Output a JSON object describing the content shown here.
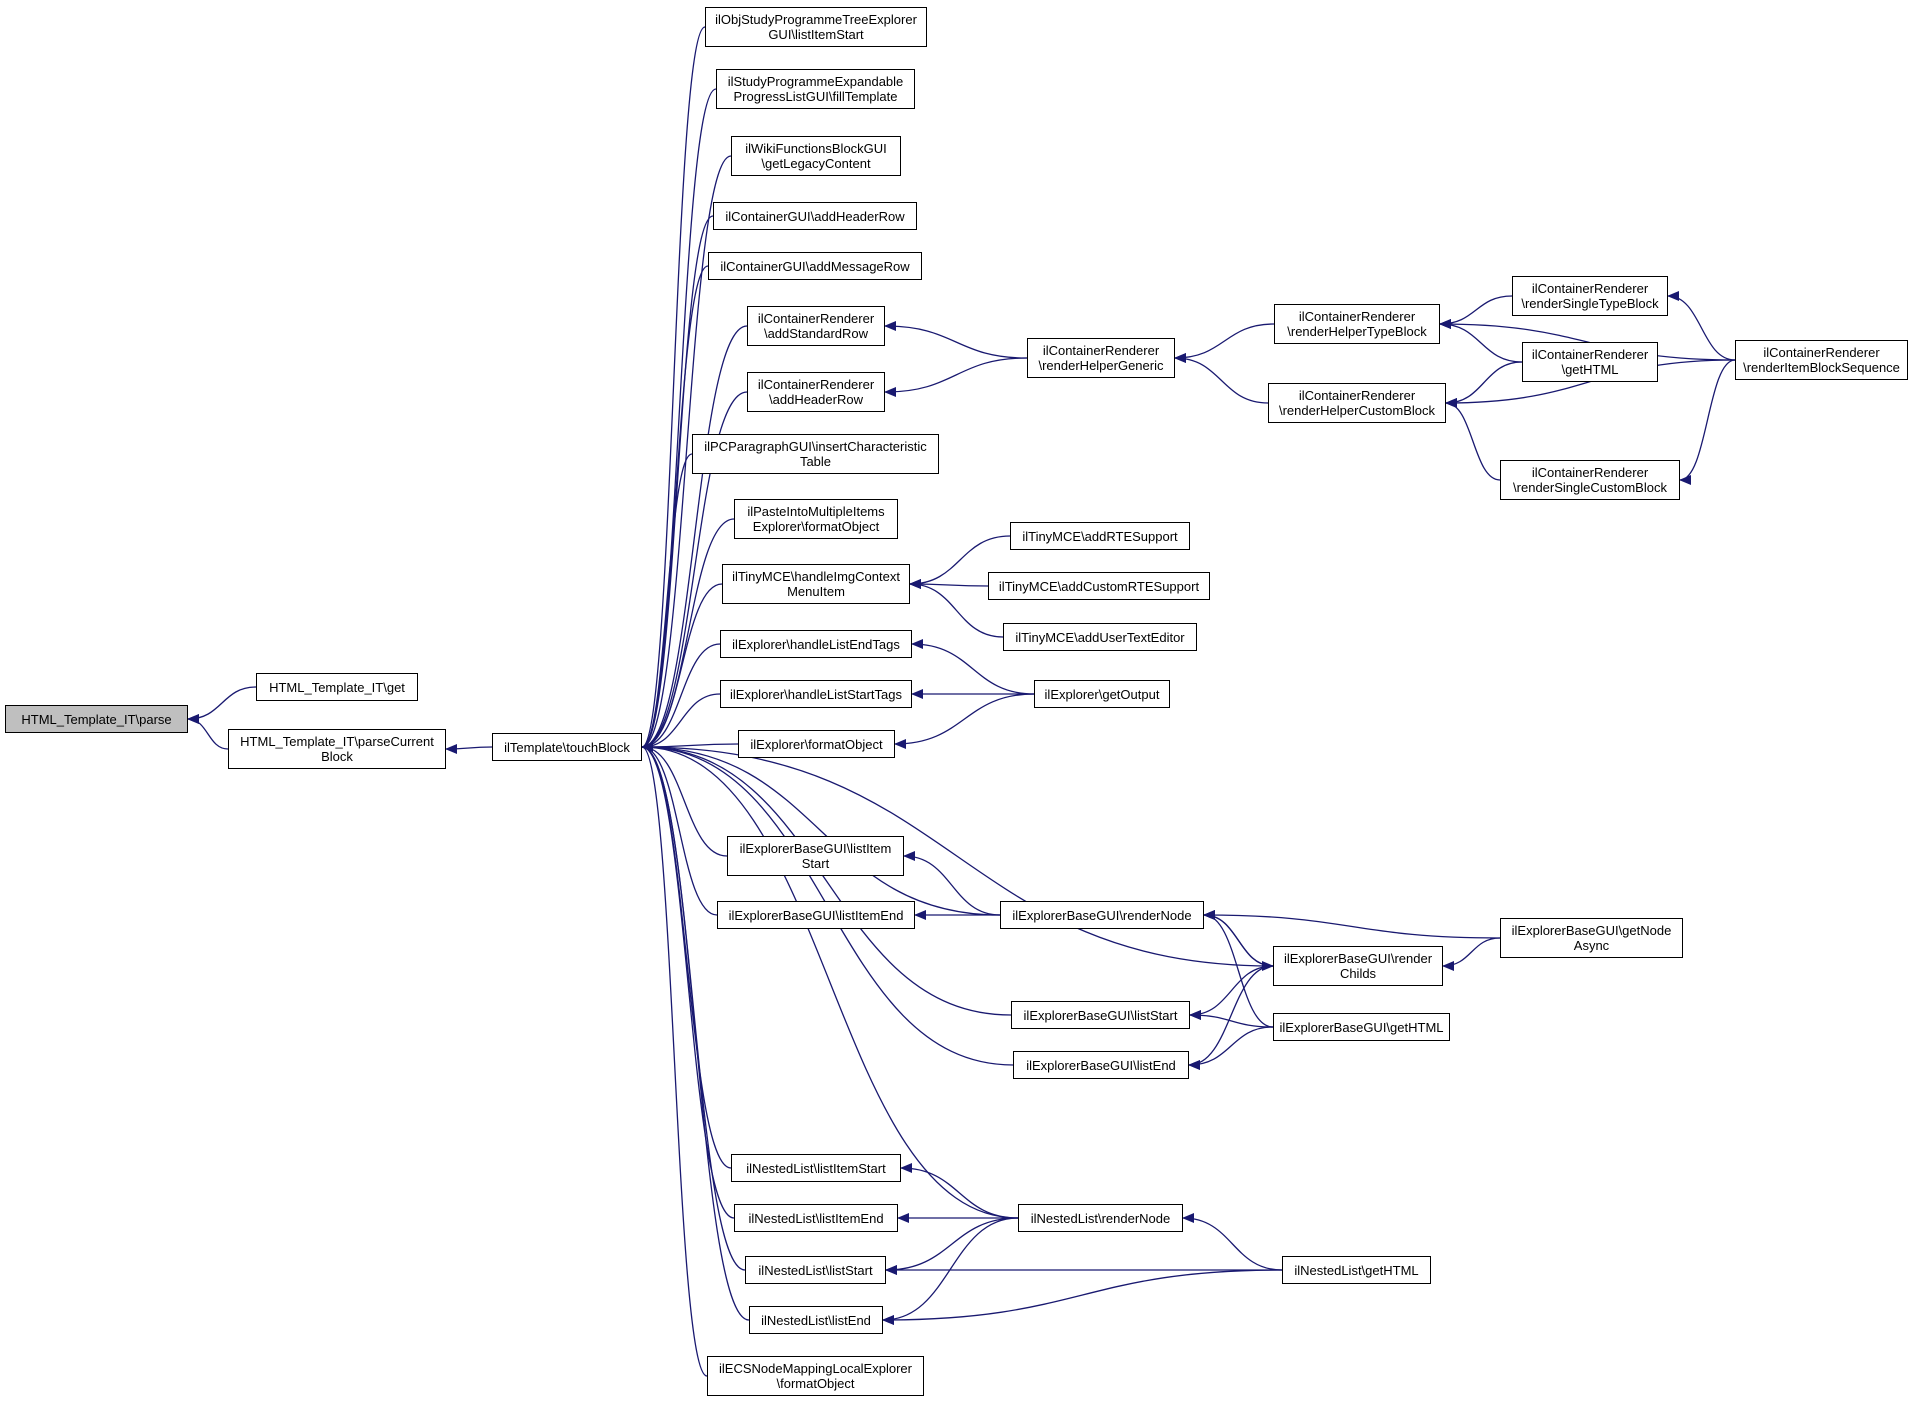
{
  "colors": {
    "edge": "#191970",
    "node_border": "#000000",
    "node_fill": "#ffffff",
    "root_fill": "#bfbfbf",
    "text": "#000000"
  },
  "nodes": [
    {
      "id": "parse",
      "label": "HTML_Template_IT\\parse",
      "root": true
    },
    {
      "id": "get",
      "label": "HTML_Template_IT\\get"
    },
    {
      "id": "parseCurrentBlock",
      "label": "HTML_Template_IT\\parseCurrent\nBlock"
    },
    {
      "id": "touchBlock",
      "label": "ilTemplate\\touchBlock"
    },
    {
      "id": "objStudyListItemStart",
      "label": "ilObjStudyProgrammeTreeExplorer\nGUI\\listItemStart"
    },
    {
      "id": "studyFillTemplate",
      "label": "ilStudyProgrammeExpandable\nProgressListGUI\\fillTemplate"
    },
    {
      "id": "wikiLegacy",
      "label": "ilWikiFunctionsBlockGUI\n\\getLegacyContent"
    },
    {
      "id": "contGuiAddHeaderRow",
      "label": "ilContainerGUI\\addHeaderRow"
    },
    {
      "id": "contGuiAddMessageRow",
      "label": "ilContainerGUI\\addMessageRow"
    },
    {
      "id": "contRendAddStandardRow",
      "label": "ilContainerRenderer\n\\addStandardRow"
    },
    {
      "id": "contRendAddHeaderRow",
      "label": "ilContainerRenderer\n\\addHeaderRow"
    },
    {
      "id": "pcParagraph",
      "label": "ilPCParagraphGUI\\insertCharacteristic\nTable"
    },
    {
      "id": "pasteFormatObject",
      "label": "ilPasteIntoMultipleItems\nExplorer\\formatObject"
    },
    {
      "id": "tinyHandleImg",
      "label": "ilTinyMCE\\handleImgContext\nMenuItem"
    },
    {
      "id": "explHandleListEndTags",
      "label": "ilExplorer\\handleListEndTags"
    },
    {
      "id": "explHandleListStartTags",
      "label": "ilExplorer\\handleListStartTags"
    },
    {
      "id": "explFormatObject",
      "label": "ilExplorer\\formatObject"
    },
    {
      "id": "ebgListItemStart",
      "label": "ilExplorerBaseGUI\\listItem\nStart"
    },
    {
      "id": "ebgListItemEnd",
      "label": "ilExplorerBaseGUI\\listItemEnd"
    },
    {
      "id": "ebgListStart",
      "label": "ilExplorerBaseGUI\\listStart"
    },
    {
      "id": "ebgListEnd",
      "label": "ilExplorerBaseGUI\\listEnd"
    },
    {
      "id": "nlListItemStart",
      "label": "ilNestedList\\listItemStart"
    },
    {
      "id": "nlListItemEnd",
      "label": "ilNestedList\\listItemEnd"
    },
    {
      "id": "nlListStart",
      "label": "ilNestedList\\listStart"
    },
    {
      "id": "nlListEnd",
      "label": "ilNestedList\\listEnd"
    },
    {
      "id": "ecsFormatObject",
      "label": "ilECSNodeMappingLocalExplorer\n\\formatObject"
    },
    {
      "id": "crRenderHelperGeneric",
      "label": "ilContainerRenderer\n\\renderHelperGeneric"
    },
    {
      "id": "crRenderHelperTypeBlock",
      "label": "ilContainerRenderer\n\\renderHelperTypeBlock"
    },
    {
      "id": "crRenderHelperCustomBlock",
      "label": "ilContainerRenderer\n\\renderHelperCustomBlock"
    },
    {
      "id": "crRenderSingleTypeBlock",
      "label": "ilContainerRenderer\n\\renderSingleTypeBlock"
    },
    {
      "id": "crGetHTML",
      "label": "ilContainerRenderer\n\\getHTML"
    },
    {
      "id": "crRenderSingleCustomBlock",
      "label": "ilContainerRenderer\n\\renderSingleCustomBlock"
    },
    {
      "id": "crRenderItemBlockSequence",
      "label": "ilContainerRenderer\n\\renderItemBlockSequence"
    },
    {
      "id": "tinyAddRTESupport",
      "label": "ilTinyMCE\\addRTESupport"
    },
    {
      "id": "tinyAddCustomRTESupport",
      "label": "ilTinyMCE\\addCustomRTESupport"
    },
    {
      "id": "tinyAddUserTextEditor",
      "label": "ilTinyMCE\\addUserTextEditor"
    },
    {
      "id": "explGetOutput",
      "label": "ilExplorer\\getOutput"
    },
    {
      "id": "ebgRenderNode",
      "label": "ilExplorerBaseGUI\\renderNode"
    },
    {
      "id": "ebgRenderChilds",
      "label": "ilExplorerBaseGUI\\render\nChilds"
    },
    {
      "id": "ebgGetHTML",
      "label": "ilExplorerBaseGUI\\getHTML"
    },
    {
      "id": "ebgGetNodeAsync",
      "label": "ilExplorerBaseGUI\\getNode\nAsync"
    },
    {
      "id": "nlRenderNode",
      "label": "ilNestedList\\renderNode"
    },
    {
      "id": "nlGetHTML",
      "label": "ilNestedList\\getHTML"
    }
  ],
  "edges": [
    [
      "get",
      "parse"
    ],
    [
      "parseCurrentBlock",
      "parse"
    ],
    [
      "touchBlock",
      "parseCurrentBlock"
    ],
    [
      "objStudyListItemStart",
      "touchBlock"
    ],
    [
      "studyFillTemplate",
      "touchBlock"
    ],
    [
      "wikiLegacy",
      "touchBlock"
    ],
    [
      "contGuiAddHeaderRow",
      "touchBlock"
    ],
    [
      "contGuiAddMessageRow",
      "touchBlock"
    ],
    [
      "contRendAddStandardRow",
      "touchBlock"
    ],
    [
      "contRendAddHeaderRow",
      "touchBlock"
    ],
    [
      "pcParagraph",
      "touchBlock"
    ],
    [
      "pasteFormatObject",
      "touchBlock"
    ],
    [
      "tinyHandleImg",
      "touchBlock"
    ],
    [
      "explHandleListEndTags",
      "touchBlock"
    ],
    [
      "explHandleListStartTags",
      "touchBlock"
    ],
    [
      "explFormatObject",
      "touchBlock"
    ],
    [
      "ebgRenderNode",
      "touchBlock"
    ],
    [
      "ebgListItemStart",
      "touchBlock"
    ],
    [
      "ebgListItemEnd",
      "touchBlock"
    ],
    [
      "ebgRenderChilds",
      "touchBlock"
    ],
    [
      "ebgListStart",
      "touchBlock"
    ],
    [
      "ebgListEnd",
      "touchBlock"
    ],
    [
      "nlRenderNode",
      "touchBlock"
    ],
    [
      "nlListItemStart",
      "touchBlock"
    ],
    [
      "nlListItemEnd",
      "touchBlock"
    ],
    [
      "nlListStart",
      "touchBlock"
    ],
    [
      "nlListEnd",
      "touchBlock"
    ],
    [
      "ecsFormatObject",
      "touchBlock"
    ],
    [
      "crRenderHelperGeneric",
      "contRendAddStandardRow"
    ],
    [
      "crRenderHelperGeneric",
      "contRendAddHeaderRow"
    ],
    [
      "crRenderHelperTypeBlock",
      "crRenderHelperGeneric"
    ],
    [
      "crRenderHelperCustomBlock",
      "crRenderHelperGeneric"
    ],
    [
      "crRenderSingleTypeBlock",
      "crRenderHelperTypeBlock"
    ],
    [
      "crGetHTML",
      "crRenderHelperTypeBlock"
    ],
    [
      "crRenderItemBlockSequence",
      "crRenderHelperTypeBlock"
    ],
    [
      "crGetHTML",
      "crRenderHelperCustomBlock"
    ],
    [
      "crRenderItemBlockSequence",
      "crRenderHelperCustomBlock"
    ],
    [
      "crRenderSingleCustomBlock",
      "crRenderHelperCustomBlock"
    ],
    [
      "crRenderItemBlockSequence",
      "crRenderSingleTypeBlock"
    ],
    [
      "crRenderItemBlockSequence",
      "crRenderSingleCustomBlock"
    ],
    [
      "tinyAddRTESupport",
      "tinyHandleImg"
    ],
    [
      "tinyAddCustomRTESupport",
      "tinyHandleImg"
    ],
    [
      "tinyAddUserTextEditor",
      "tinyHandleImg"
    ],
    [
      "explGetOutput",
      "explHandleListEndTags"
    ],
    [
      "explGetOutput",
      "explHandleListStartTags"
    ],
    [
      "explGetOutput",
      "explFormatObject"
    ],
    [
      "ebgRenderNode",
      "ebgListItemStart"
    ],
    [
      "ebgRenderNode",
      "ebgListItemEnd"
    ],
    [
      "ebgRenderChilds",
      "ebgRenderNode"
    ],
    [
      "ebgGetHTML",
      "ebgRenderNode"
    ],
    [
      "ebgGetNodeAsync",
      "ebgRenderNode"
    ],
    [
      "ebgRenderNode",
      "ebgRenderChilds"
    ],
    [
      "ebgGetNodeAsync",
      "ebgRenderChilds"
    ],
    [
      "ebgRenderChilds",
      "ebgListStart"
    ],
    [
      "ebgGetHTML",
      "ebgListStart"
    ],
    [
      "ebgRenderChilds",
      "ebgListEnd"
    ],
    [
      "ebgGetHTML",
      "ebgListEnd"
    ],
    [
      "nlRenderNode",
      "nlListItemStart"
    ],
    [
      "nlRenderNode",
      "nlListItemEnd"
    ],
    [
      "nlRenderNode",
      "nlListStart"
    ],
    [
      "nlRenderNode",
      "nlListEnd"
    ],
    [
      "nlGetHTML",
      "nlRenderNode"
    ],
    [
      "nlGetHTML",
      "nlListStart"
    ],
    [
      "nlGetHTML",
      "nlListEnd"
    ]
  ]
}
